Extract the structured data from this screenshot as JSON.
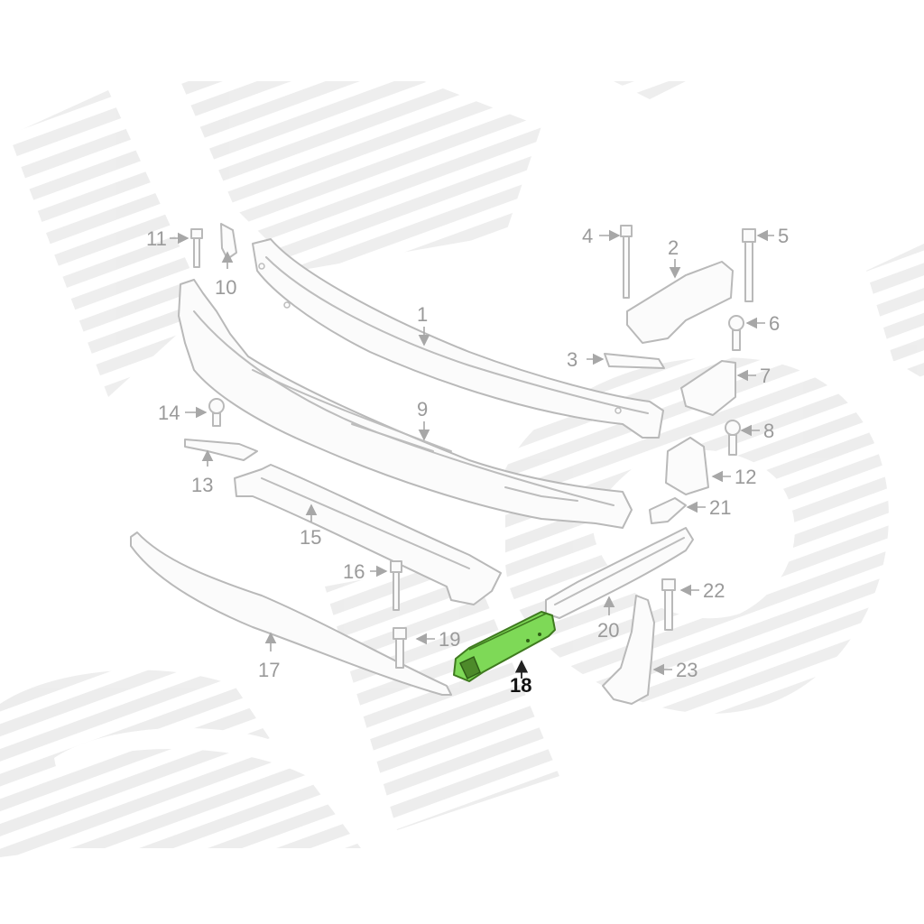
{
  "diagram": {
    "highlight_color": "#7ed957",
    "highlighted_part": "18",
    "callouts": [
      {
        "id": "c1",
        "text": "1"
      },
      {
        "id": "c2",
        "text": "2"
      },
      {
        "id": "c3",
        "text": "3"
      },
      {
        "id": "c4",
        "text": "4"
      },
      {
        "id": "c5",
        "text": "5"
      },
      {
        "id": "c6",
        "text": "6"
      },
      {
        "id": "c7",
        "text": "7"
      },
      {
        "id": "c8",
        "text": "8"
      },
      {
        "id": "c9",
        "text": "9"
      },
      {
        "id": "c10",
        "text": "10"
      },
      {
        "id": "c11",
        "text": "11"
      },
      {
        "id": "c12",
        "text": "12"
      },
      {
        "id": "c13",
        "text": "13"
      },
      {
        "id": "c14",
        "text": "14"
      },
      {
        "id": "c15",
        "text": "15"
      },
      {
        "id": "c16",
        "text": "16"
      },
      {
        "id": "c17",
        "text": "17"
      },
      {
        "id": "c18",
        "text": "18"
      },
      {
        "id": "c19",
        "text": "19"
      },
      {
        "id": "c20",
        "text": "20"
      },
      {
        "id": "c21",
        "text": "21"
      },
      {
        "id": "c22",
        "text": "22"
      },
      {
        "id": "c23",
        "text": "23"
      }
    ]
  }
}
